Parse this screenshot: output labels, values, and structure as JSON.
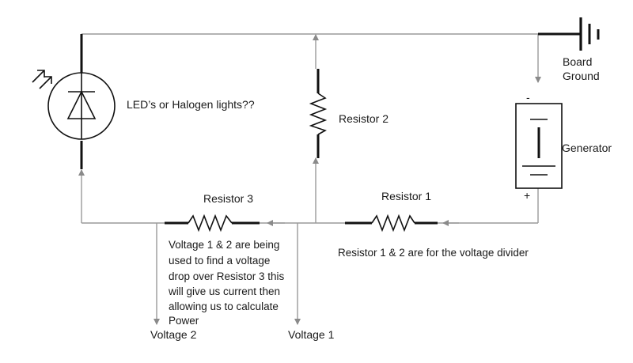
{
  "labels": {
    "light": "LED’s or Halogen lights??",
    "resistor2": "Resistor 2",
    "resistor3": "Resistor 3",
    "resistor1": "Resistor 1",
    "generator": "Generator",
    "ground_line1": "Board",
    "ground_line2": "Ground",
    "voltage1": "Voltage 1",
    "voltage2": "Voltage 2",
    "gen_minus": "-",
    "gen_plus": "+"
  },
  "notes": {
    "divider": "Resistor 1 & 2 are for the voltage divider",
    "measurement": [
      "Voltage 1 & 2 are being",
      "used to find a voltage",
      "drop over Resistor 3 this",
      "will give us current  then",
      "allowing us to calculate",
      "Power"
    ]
  },
  "colors": {
    "wire": "#9a9a9a",
    "component": "#111111"
  },
  "icons": [
    "led-symbol",
    "resistor-symbol",
    "battery-symbol",
    "ground-symbol",
    "arrow-marker"
  ]
}
